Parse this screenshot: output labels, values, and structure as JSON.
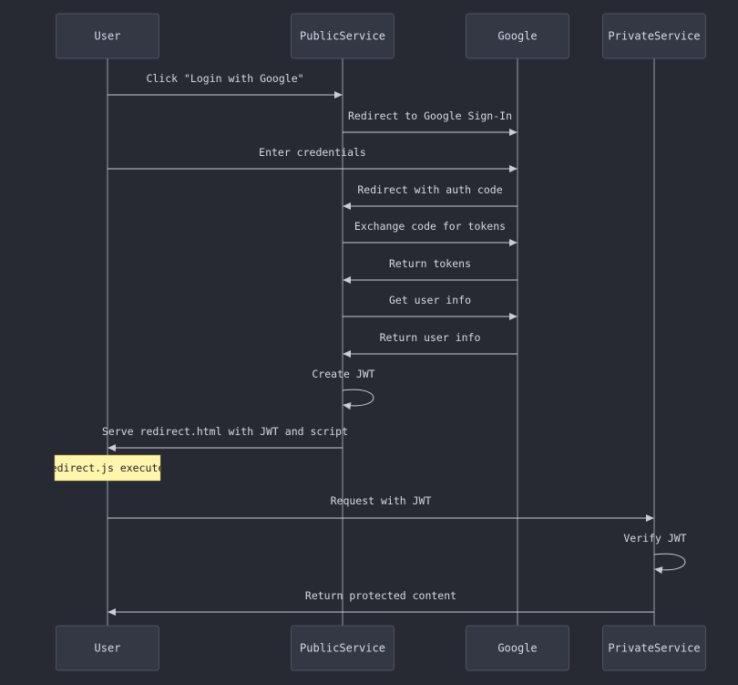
{
  "diagram": {
    "participants": [
      {
        "id": "user",
        "label": "User"
      },
      {
        "id": "public",
        "label": "PublicService"
      },
      {
        "id": "google",
        "label": "Google"
      },
      {
        "id": "private",
        "label": "PrivateService"
      }
    ],
    "messages": [
      {
        "from": "user",
        "to": "public",
        "label": "Click \"Login with Google\""
      },
      {
        "from": "public",
        "to": "google",
        "label": "Redirect to Google Sign-In"
      },
      {
        "from": "user",
        "to": "google",
        "label": "Enter credentials"
      },
      {
        "from": "google",
        "to": "public",
        "label": "Redirect with auth code"
      },
      {
        "from": "public",
        "to": "google",
        "label": "Exchange code for tokens"
      },
      {
        "from": "google",
        "to": "public",
        "label": "Return tokens"
      },
      {
        "from": "public",
        "to": "google",
        "label": "Get user info"
      },
      {
        "from": "google",
        "to": "public",
        "label": "Return user info"
      },
      {
        "from": "public",
        "to": "public",
        "label": "Create JWT"
      },
      {
        "from": "public",
        "to": "user",
        "label": "Serve redirect.html with JWT and script"
      },
      {
        "note": true,
        "over": "user",
        "label": "redirect.js executes"
      },
      {
        "from": "user",
        "to": "private",
        "label": "Request with JWT"
      },
      {
        "from": "private",
        "to": "private",
        "label": "Verify JWT"
      },
      {
        "from": "private",
        "to": "user",
        "label": "Return protected content"
      }
    ]
  },
  "colors": {
    "background": "#272a33",
    "actor_fill": "#343844",
    "note_fill": "#fff5ad"
  }
}
